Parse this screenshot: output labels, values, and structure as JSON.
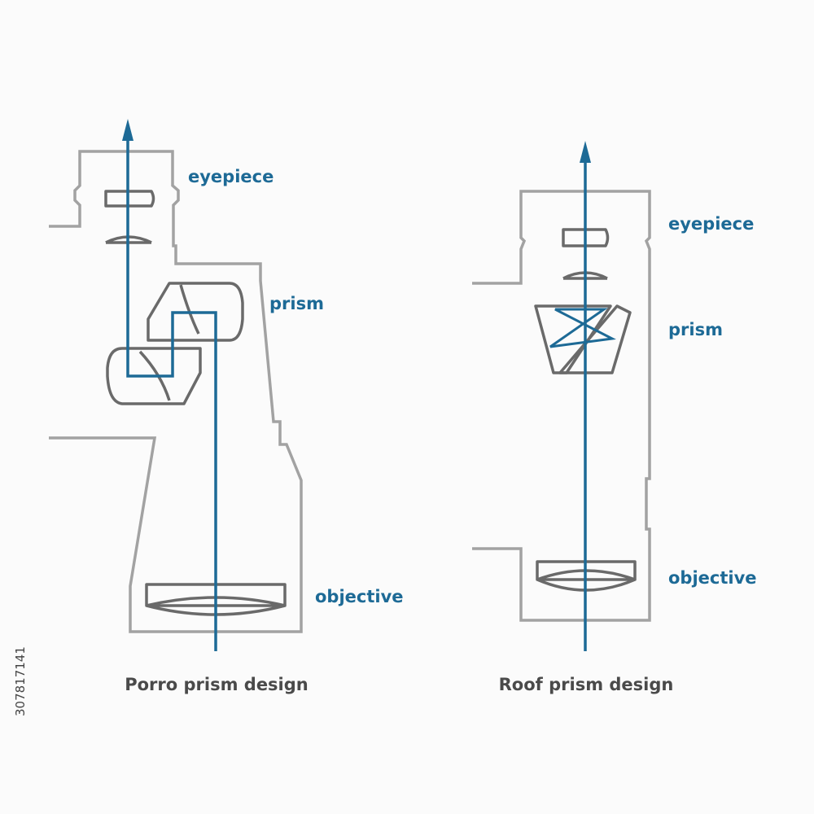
{
  "colors": {
    "ray": "#1d6a96",
    "housing": "#a2a2a2",
    "optics": "#6a6a6a",
    "caption": "#4a4a4a",
    "background": "#fbfbfb"
  },
  "porro": {
    "caption": "Porro prism design",
    "labels": {
      "eyepiece": "eyepiece",
      "prism": "prism",
      "objective": "objective"
    }
  },
  "roof": {
    "caption": "Roof prism design",
    "labels": {
      "eyepiece": "eyepiece",
      "prism": "prism",
      "objective": "objective"
    }
  },
  "stock_id": "307817141"
}
